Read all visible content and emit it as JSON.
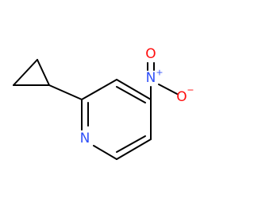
{
  "molecule": {
    "atoms": {
      "pyridine_n": {
        "symbol": "N",
        "color": "#3050F8"
      },
      "nitro_n": {
        "symbol": "N",
        "charge": "+",
        "color": "#3050F8"
      },
      "nitro_o_top": {
        "symbol": "O",
        "color": "#FF0D0D"
      },
      "nitro_o_right": {
        "symbol": "O",
        "charge": "−",
        "color": "#FF0D0D"
      }
    },
    "bond_color": "#000000"
  }
}
